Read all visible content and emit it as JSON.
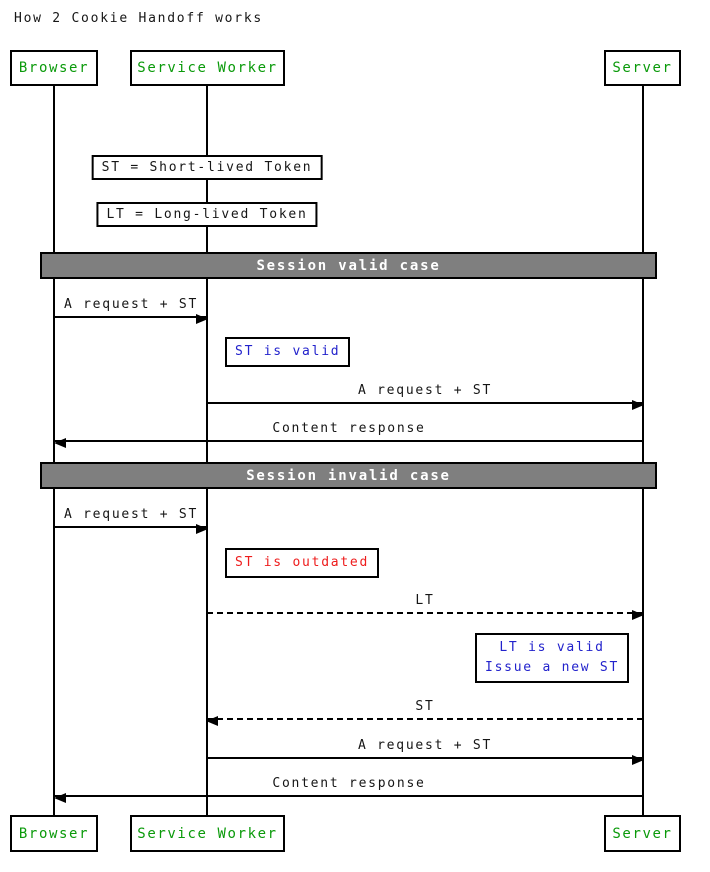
{
  "title": "How 2 Cookie Handoff works",
  "colors": {
    "actor_green": "#0a9a0a",
    "note_blue": "#2222cc",
    "note_red": "#ee1c1c",
    "band_bg": "#7f7f7f",
    "band_text": "#ffffff",
    "line_black": "#000000"
  },
  "actors": {
    "browser": "Browser",
    "service_worker": "Service Worker",
    "server": "Server"
  },
  "legend": {
    "st_definition": "ST = Short-lived Token",
    "lt_definition": "LT = Long-lived Token"
  },
  "sections": {
    "valid": "Session valid case",
    "invalid": "Session invalid case"
  },
  "messages": {
    "request_st_1": "A request + ST",
    "request_st_2": "A request + ST",
    "content_response_1": "Content response",
    "request_st_3": "A request + ST",
    "lt": "LT",
    "st": "ST",
    "request_st_4": "A request + ST",
    "content_response_2": "Content response"
  },
  "notes": {
    "st_valid": "ST is valid",
    "st_outdated": "ST is outdated",
    "lt_valid_line1": "LT is valid",
    "lt_valid_line2": "Issue a new ST"
  }
}
